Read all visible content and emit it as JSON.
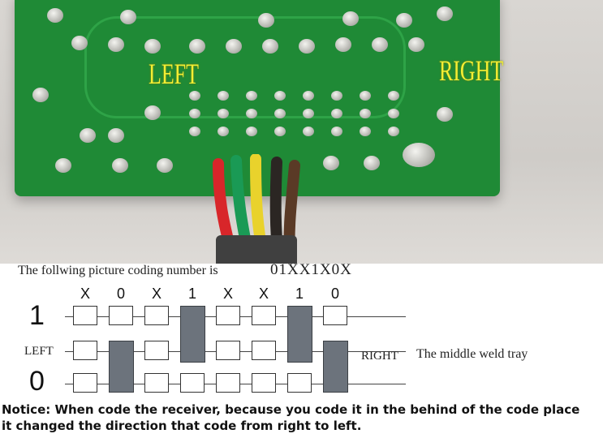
{
  "photo": {
    "board_label_left": "LEFT",
    "board_label_right": "RIGHT"
  },
  "diagram": {
    "caption_prefix": "The follwing picture coding number is",
    "caption_code": "01XX1X0X",
    "positions": [
      "X",
      "0",
      "X",
      "1",
      "X",
      "X",
      "1",
      "0"
    ],
    "row_one_label": "1",
    "row_zero_label": "0",
    "left_label": "LEFT",
    "right_label": "RIGHT",
    "middle_label": "The middle weld tray",
    "colors": {
      "weld": "#6c737c",
      "pcb": "#1f8a36",
      "label": "#f3ee33"
    }
  },
  "notice": {
    "line1": "Notice: When code the receiver, because you code it in the behind of the code place",
    "line2": "it changed the direction that code from right to left."
  }
}
